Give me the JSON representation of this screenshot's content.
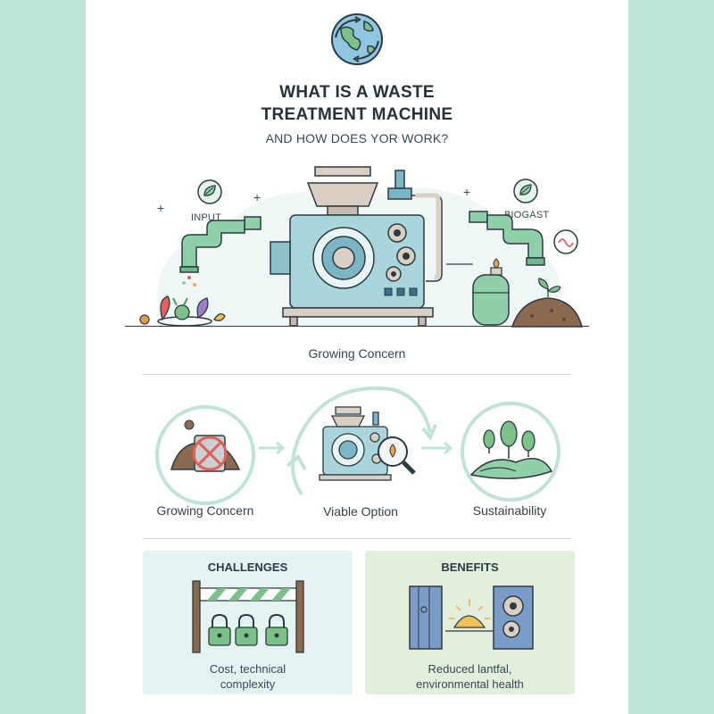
{
  "colors": {
    "side_band": "#bfe3d8",
    "pipe_green": "#8fd0a8",
    "machine_blue": "#a9d6dc",
    "hopper_beige": "#d9cfc2",
    "ring_mint": "#bfe3d8",
    "challenges_bg": "#e4f2f3",
    "benefits_bg": "#e1efdc",
    "prohibit_red": "#e0605a"
  },
  "header": {
    "title_line1": "WHAT IS A WASTE",
    "title_line2": "TREATMENT MACHINE",
    "subtitle": "AND HOW DOES YOR WORK?"
  },
  "hero": {
    "input_label": "INPUT",
    "output_label": "BIOGAST"
  },
  "section_heading": "Growing Concern",
  "flow": [
    {
      "label": "Growing Concern",
      "icon": "waste-pile-prohibited-icon"
    },
    {
      "label": "Viable Option",
      "icon": "machine-magnifier-icon"
    },
    {
      "label": "Sustainability",
      "icon": "trees-hills-icon"
    }
  ],
  "panels": {
    "challenges": {
      "heading": "CHALLENGES",
      "caption_line1": "Cost, technical",
      "caption_line2": "complexity"
    },
    "benefits": {
      "heading": "BENEFITS",
      "caption_line1": "Reduced lantfal,",
      "caption_line2": "environmental health"
    }
  }
}
